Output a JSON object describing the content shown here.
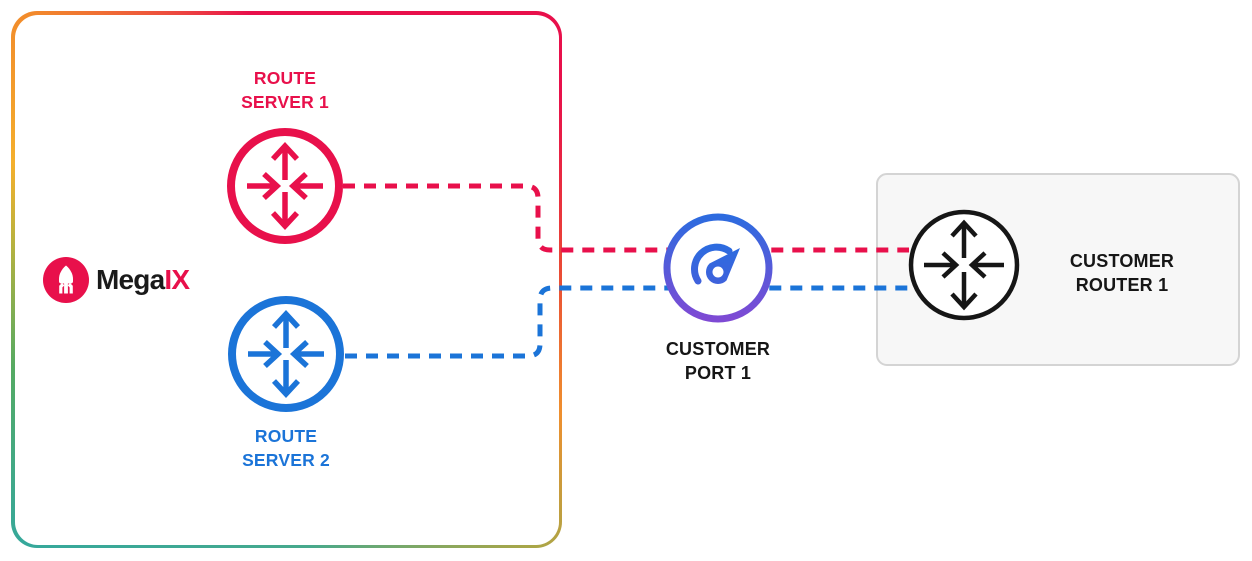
{
  "megaix_zone": {
    "logo": {
      "brand_primary": "Mega",
      "brand_accent": "IX",
      "icon": "rocket-icon",
      "icon_bg_color": "#e8104b"
    },
    "border_gradient_colors": [
      "#e8104b",
      "#f28a2b",
      "#f4b02d",
      "#55aa62",
      "#36a89b",
      "#aaa647"
    ]
  },
  "nodes": {
    "route_server_1": {
      "line1": "ROUTE",
      "line2": "SERVER 1",
      "icon": "router-icon",
      "color": "#e8104b"
    },
    "route_server_2": {
      "line1": "ROUTE",
      "line2": "SERVER 2",
      "icon": "router-icon",
      "color": "#1b74d8"
    },
    "customer_port_1": {
      "line1": "CUSTOMER",
      "line2": "PORT 1",
      "icon": "speedometer-icon",
      "ring_gradient": [
        "#2d6bdf",
        "#7e4ad4"
      ],
      "label_color": "#161616"
    },
    "customer_router_1": {
      "line1": "CUSTOMER",
      "line2": "ROUTER 1",
      "icon": "router-icon",
      "color": "#161616",
      "container_fill": "#f7f7f7",
      "container_border": "#d4d4d4"
    }
  },
  "connections": [
    {
      "from": "route_server_1",
      "to": "customer_router_1",
      "via": "customer_port_1",
      "style": "dashed",
      "color": "#e8104b"
    },
    {
      "from": "route_server_2",
      "to": "customer_router_1",
      "via": "customer_port_1",
      "style": "dashed",
      "color": "#1b74d8"
    }
  ]
}
